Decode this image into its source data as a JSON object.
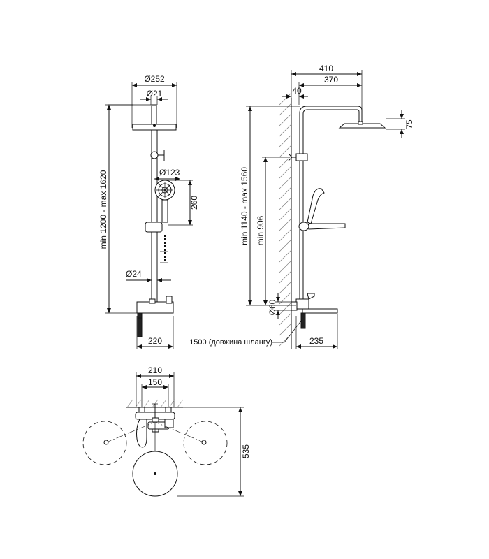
{
  "front_view": {
    "head_diameter": "Ø252",
    "arm_diameter": "Ø21",
    "hand_shower_diameter": "Ø123",
    "hand_shower_height": "260",
    "height_range": "min 1200 - max 1620",
    "rail_diameter": "Ø24",
    "mixer_width": "220"
  },
  "side_view": {
    "total_projection": "410",
    "arm_length": "370",
    "wall_offset": "40",
    "head_thickness": "75",
    "height_range": "min 1140 - max 1560",
    "holder_height": "min 906",
    "outlet_diameter": "Ø60",
    "spout_length": "235",
    "hose_length": "1500 (довжина шлангу)"
  },
  "top_view": {
    "mount_width": "210",
    "connection_spacing": "150",
    "depth": "535"
  }
}
